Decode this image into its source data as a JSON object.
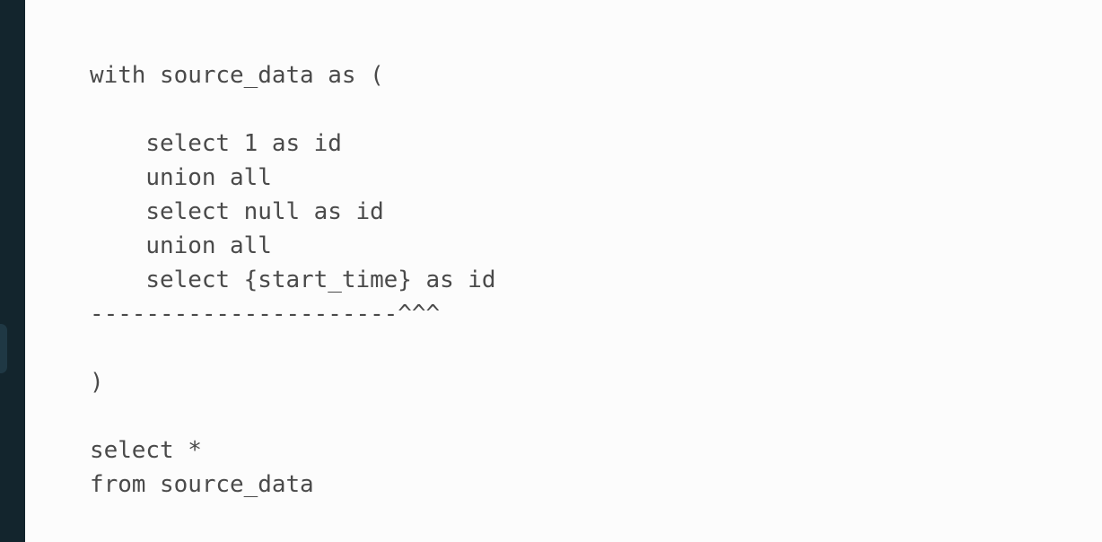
{
  "sidebar": {
    "handle_label": ""
  },
  "code_block": {
    "language": "sql",
    "lines": [
      "with source_data as (",
      "",
      "    select 1 as id",
      "    union all",
      "    select null as id",
      "    union all",
      "    select {start_time} as id",
      "----------------------^^^",
      "",
      ")",
      "",
      "select *",
      "from source_data"
    ]
  },
  "colors": {
    "sidebar_bg": "#13252d",
    "sidebar_handle": "#1f3844",
    "content_bg": "#fcfcfc",
    "code_text": "#4a4a4a"
  }
}
